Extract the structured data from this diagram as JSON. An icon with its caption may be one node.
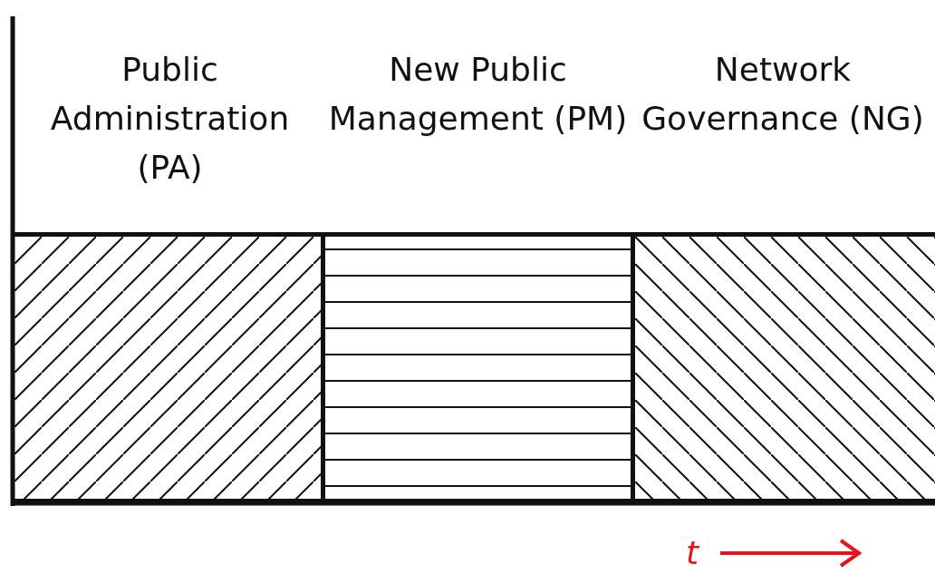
{
  "diagram": {
    "nodes": [
      {
        "text": [
          "Public Administration (PA)"
        ]
      },
      {
        "text": [
          "New Public Management (PM)"
        ]
      },
      {
        "text": [
          "Network Governance (NG)"
        ]
      }
    ],
    "labels": [
      "t"
    ]
  }
}
